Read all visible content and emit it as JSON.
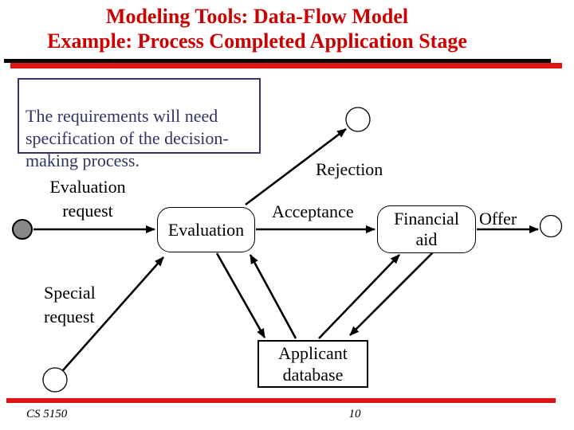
{
  "title": {
    "line1": "Modeling Tools: Data-Flow Model",
    "line2": "Example: Process Completed Application Stage"
  },
  "note": {
    "text": "The requirements will need\nspecification of the decision-\nmaking process."
  },
  "diagram": {
    "processes": [
      {
        "label": "Evaluation"
      },
      {
        "label": "Financial\naid"
      }
    ],
    "data_store": {
      "label": "Applicant\ndatabase"
    },
    "flow_labels": {
      "evaluation_request": "Evaluation\nrequest",
      "rejection": "Rejection",
      "acceptance": "Acceptance",
      "offer": "Offer",
      "special_request": "Special\nrequest"
    }
  },
  "footer": {
    "course": "CS 5150",
    "page_number": "10"
  },
  "colors": {
    "title_red": "#cc0000",
    "divider_red": "#e01414",
    "divider_black": "#000000",
    "note_navy": "#333366",
    "start_node_gray": "#888888"
  }
}
